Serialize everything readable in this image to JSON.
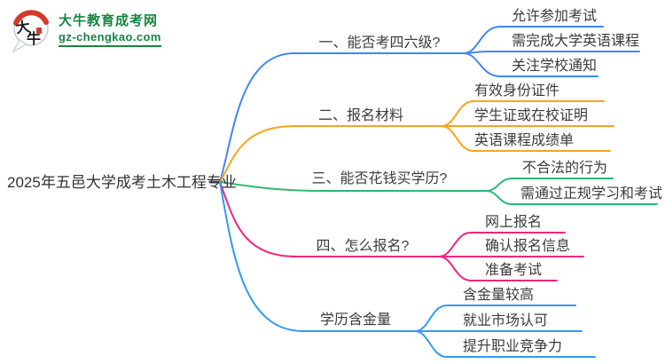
{
  "logo": {
    "badge_text": "大牛",
    "title": "大牛教育成考网",
    "subtitle": "gz-chengkao.com",
    "brand_green": "#178444",
    "brand_red": "#d5392c"
  },
  "root": {
    "label": "2025年五邑大学成考土木工程专业",
    "connector_color": "#3c4f76"
  },
  "branches": [
    {
      "label": "一、能否考四六级?",
      "color": "#4286f4",
      "children": [
        "允许参加考试",
        "需完成大学英语课程",
        "关注学校通知"
      ]
    },
    {
      "label": "二、报名材料",
      "color": "#f9a51d",
      "children": [
        "有效身份证件",
        "学生证或在校证明",
        "英语课程成绩单"
      ]
    },
    {
      "label": "三、能否花钱买学历?",
      "color": "#2eb873",
      "children": [
        "不合法的行为",
        "需通过正规学习和考试"
      ]
    },
    {
      "label": "四、怎么报名?",
      "color": "#f1257d",
      "children": [
        "网上报名",
        "确认报名信息",
        "准备考试"
      ]
    },
    {
      "label": "学历含金量",
      "color": "#339af4",
      "children": [
        "含金量较高",
        "就业市场认可",
        "提升职业竞争力"
      ]
    }
  ]
}
